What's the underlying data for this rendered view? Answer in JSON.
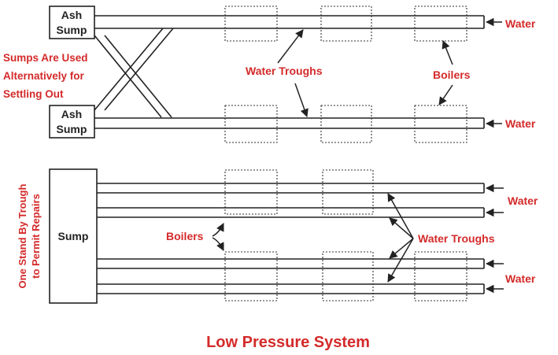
{
  "labels": {
    "ash_sump_top_line1": "Ash",
    "ash_sump_top_line2": "Sump",
    "ash_sump_bottom_line1": "Ash",
    "ash_sump_bottom_line2": "Sump",
    "sump": "Sump",
    "note_line1": "Sumps Are Used",
    "note_line2": "Alternatively for",
    "note_line3": "Settling Out",
    "standby_line1": "One Stand By Trough",
    "standby_line2": "to Permit Repairs",
    "water_troughs_top": "Water Troughs",
    "boilers_top": "Boilers",
    "water_1": "Water",
    "water_2": "Water",
    "water_3": "Water",
    "water_4": "Water",
    "boilers_bottom": "Boilers",
    "water_troughs_bottom": "Water Troughs",
    "title": "Low Pressure System"
  },
  "colors": {
    "label_red": "#d42a2a",
    "line_black": "#222222"
  }
}
